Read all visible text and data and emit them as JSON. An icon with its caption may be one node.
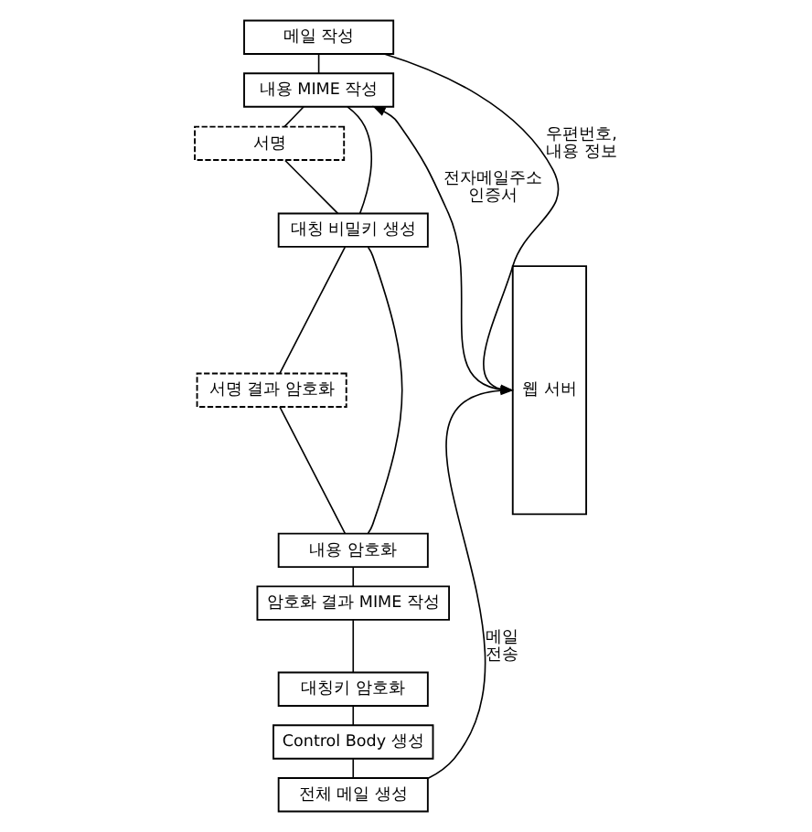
{
  "diagram": {
    "nodes": [
      {
        "text": [
          "메일 작성"
        ]
      },
      {
        "text": [
          "내용 MIME 작성"
        ]
      },
      {
        "text": [
          "서명"
        ]
      },
      {
        "text": [
          "대칭 비밀키 생성"
        ]
      },
      {
        "text": [
          "서명 결과 암호화"
        ]
      },
      {
        "text": [
          "내용 암호화"
        ]
      },
      {
        "text": [
          "암호화 결과 MIME 작성"
        ]
      },
      {
        "text": [
          "대칭키 암호화"
        ]
      },
      {
        "text": [
          "Control Body 생성"
        ]
      },
      {
        "text": [
          "전체 메일 생성"
        ]
      },
      {
        "text": [
          "웹 서버"
        ]
      }
    ],
    "edges": [
      {
        "from": 0,
        "to": 1,
        "arrow": "none"
      },
      {
        "from": 0,
        "to": 10,
        "arrow": "to",
        "label": "우편번호, 내용 정보"
      },
      {
        "from": 10,
        "to": 1,
        "arrow": "to",
        "label": "전자메일주소 인증서"
      },
      {
        "from": 1,
        "to": 2,
        "arrow": "none"
      },
      {
        "from": 2,
        "to": 3,
        "arrow": "none"
      },
      {
        "from": 1,
        "to": 3,
        "arrow": "none"
      },
      {
        "from": 3,
        "to": 4,
        "arrow": "none"
      },
      {
        "from": 4,
        "to": 5,
        "arrow": "none"
      },
      {
        "from": 3,
        "to": 5,
        "arrow": "none"
      },
      {
        "from": 5,
        "to": 6,
        "arrow": "none"
      },
      {
        "from": 6,
        "to": 7,
        "arrow": "none"
      },
      {
        "from": 7,
        "to": 8,
        "arrow": "none"
      },
      {
        "from": 8,
        "to": 9,
        "arrow": "none"
      },
      {
        "from": 9,
        "to": 10,
        "arrow": "to",
        "label": "메일 전송"
      }
    ]
  }
}
